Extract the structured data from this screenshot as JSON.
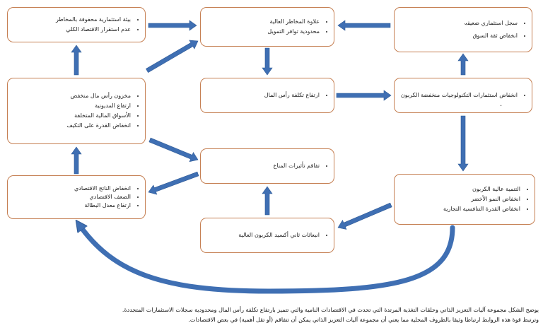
{
  "colors": {
    "box_border": "#c57f52",
    "arrow": "#3f6fb3",
    "arrow_edge": "#2f5a96"
  },
  "boxes": {
    "top_left": [
      "بيئة استثمارية محفوفة بالمخاطر",
      "عدم استقرار الاقتصاد الكلي"
    ],
    "top_center": [
      "علاوة المخاطر العالية",
      "محدودية توافر التمويل"
    ],
    "top_right": [
      "سجل استثماري ضعيف",
      "انخفاض ثقة السوق"
    ],
    "mid_center": [
      "ارتفاع تكلفة رأس المال"
    ],
    "mid_right": [
      "انخفاض استثمارات التكنولوجيات منخفضة الكربون"
    ],
    "mid_left": [
      "مخزون رأس مال منخفض",
      "ارتفاع المديونية",
      "الأسواق المالية المتخلفة",
      "انخفاض القدرة على التكيف"
    ],
    "climate": [
      "تفاقم تأثيرات المناخ"
    ],
    "bottom_left": [
      "انخفاض الناتج الاقتصادي",
      "الضعف الاقتصادي",
      "ارتفاع معدل البطالة"
    ],
    "bottom_right": [
      "التنمية عالية الكربون",
      "انخفاض النمو الأخضر",
      "انخفاض القدرة التنافسية التجارية"
    ],
    "emissions": [
      "انبعاثات ثاني أكسيد الكربون العالية"
    ]
  },
  "stray_marks": {
    "top_right": ".",
    "mid_right": "."
  },
  "caption": {
    "line1": "يوضح الشكل مجموعة آليات التعزيز الذاتي وحلقات التغذية المرتدة التي تحدث في الاقتصادات النامية والتي تتميز بارتفاع تكلفة رأس المال ومحدودية سجلات الاستثمارات المتجددة.",
    "line2": "وترتبط قوة هذه الروابط ارتباطا وثيقا بالظروف المحلية مما يعني أن مجموعة آليات التعزيز الذاتي يمكن أن تتفاقم (أو تقل أهمية) في بعض الاقتصادات."
  }
}
